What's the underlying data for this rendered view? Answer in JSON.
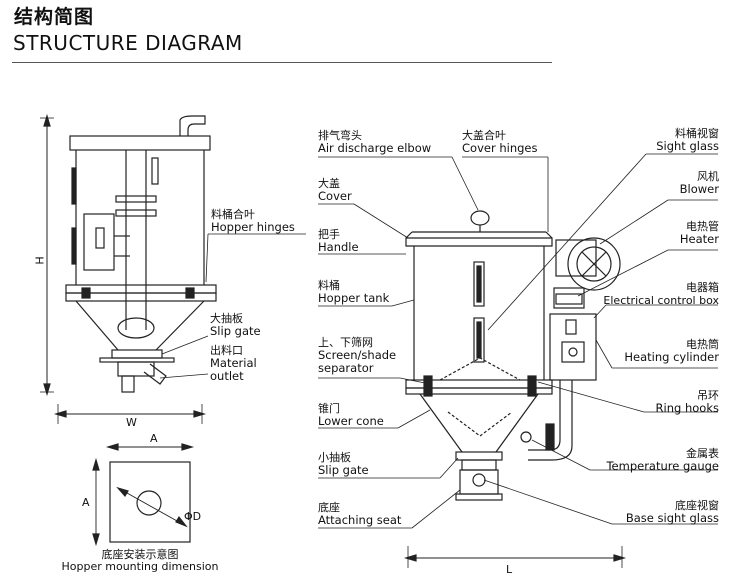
{
  "header": {
    "title_cn": "结构简图",
    "title_en": "STRUCTURE DIAGRAM"
  },
  "left_view": {
    "dim_height": "H",
    "dim_width": "W",
    "labels": {
      "hopper_hinges": {
        "cn": "料桶合叶",
        "en": "Hopper hinges"
      },
      "slip_gate": {
        "cn": "大抽板",
        "en": "Slip gate"
      },
      "material_outlet": {
        "cn": "出料口",
        "en": "Material outlet"
      }
    }
  },
  "mounting_view": {
    "dim_a_top": "A",
    "dim_a_side": "A",
    "dim_d": "ΦD",
    "caption_cn": "底座安装示意图",
    "caption_en": "Hopper mounting dimension"
  },
  "right_view": {
    "dim_length": "L",
    "left_labels": {
      "air_discharge_elbow": {
        "cn": "排气弯头",
        "en": "Air discharge elbow"
      },
      "cover": {
        "cn": "大盖",
        "en": "Cover"
      },
      "handle": {
        "cn": "把手",
        "en": "Handle"
      },
      "hopper_tank": {
        "cn": "料桶",
        "en": "Hopper tank"
      },
      "screen_separator": {
        "cn": "上、下筛网",
        "en1": "Screen/shade",
        "en2": "separator"
      },
      "lower_cone": {
        "cn": "锥门",
        "en": "Lower cone"
      },
      "slip_gate": {
        "cn": "小抽板",
        "en": "Slip gate"
      },
      "attaching_seat": {
        "cn": "底座",
        "en": "Attaching seat"
      }
    },
    "right_labels": {
      "cover_hinges": {
        "cn": "大盖合叶",
        "en": "Cover hinges"
      },
      "sight_glass": {
        "cn": "料桶视窗",
        "en": "Sight glass"
      },
      "blower": {
        "cn": "风机",
        "en": "Blower"
      },
      "heater": {
        "cn": "电热管",
        "en": "Heater"
      },
      "electrical_control_box": {
        "cn": "电器箱",
        "en": "Electrical control box"
      },
      "heating_cylinder": {
        "cn": "电热筒",
        "en": "Heating cylinder"
      },
      "ring_hooks": {
        "cn": "吊环",
        "en": "Ring hooks"
      },
      "temperature_gauge": {
        "cn": "金属表",
        "en": "Temperature gauge"
      },
      "base_sight_glass": {
        "cn": "底座视窗",
        "en": "Base sight glass"
      }
    }
  }
}
